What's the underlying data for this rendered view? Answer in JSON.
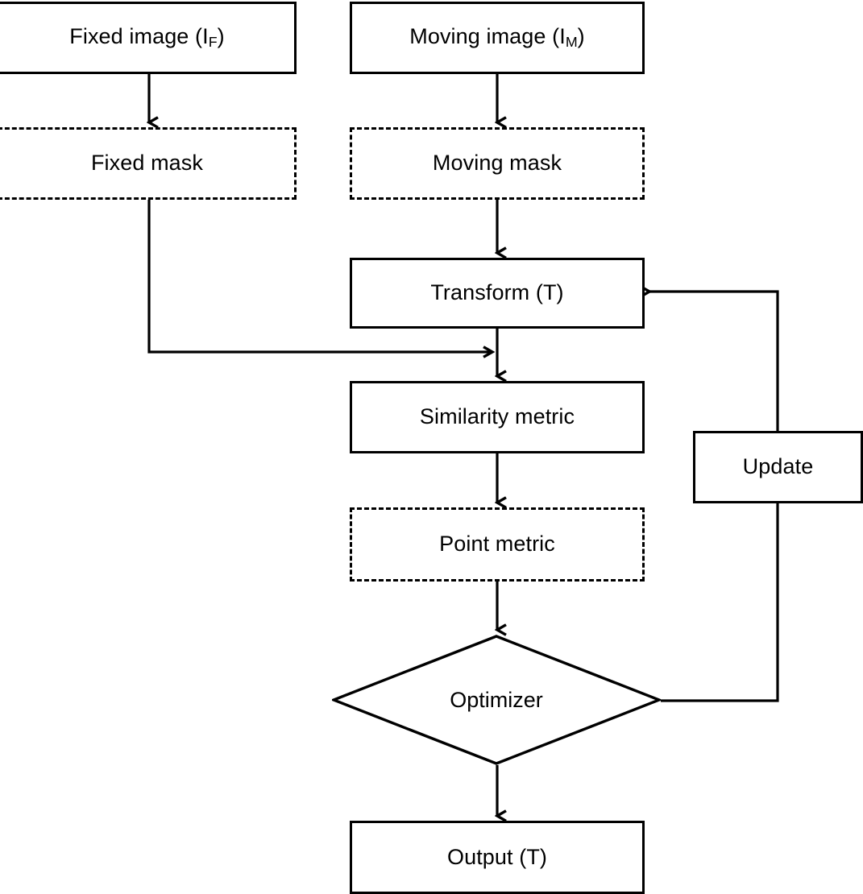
{
  "diagram": {
    "title": "Image registration framework flowchart",
    "background_color": "#ffffff",
    "line_color": "#000000",
    "nodes": {
      "fixed_image": {
        "label_main": "Fixed image (I",
        "label_sub": "F",
        "label_tail": ")",
        "shape": "rectangle",
        "border": "solid"
      },
      "moving_image": {
        "label_main": "Moving image (I",
        "label_sub": "M",
        "label_tail": ")",
        "shape": "rectangle",
        "border": "solid"
      },
      "fixed_mask": {
        "label": "Fixed mask",
        "shape": "rectangle",
        "border": "dashed"
      },
      "moving_mask": {
        "label": "Moving mask",
        "shape": "rectangle",
        "border": "dashed"
      },
      "transform": {
        "label": "Transform (T)",
        "shape": "rectangle",
        "border": "solid"
      },
      "similarity_metric": {
        "label": "Similarity metric",
        "shape": "rectangle",
        "border": "solid"
      },
      "point_metric": {
        "label": "Point metric",
        "shape": "rectangle",
        "border": "dashed"
      },
      "optimizer": {
        "label": "Optimizer",
        "shape": "diamond",
        "border": "solid"
      },
      "update": {
        "label": "Update",
        "shape": "rectangle",
        "border": "solid"
      },
      "output": {
        "label": "Output (T)",
        "shape": "rectangle",
        "border": "solid"
      }
    },
    "edges": [
      {
        "from": "fixed_image",
        "to": "fixed_mask",
        "arrow": true
      },
      {
        "from": "moving_image",
        "to": "moving_mask",
        "arrow": true
      },
      {
        "from": "moving_mask",
        "to": "transform",
        "arrow": true
      },
      {
        "from": "fixed_mask",
        "to": "similarity_metric",
        "arrow": true,
        "routing": "down-right"
      },
      {
        "from": "transform",
        "to": "similarity_metric",
        "arrow": true
      },
      {
        "from": "similarity_metric",
        "to": "point_metric",
        "arrow": true
      },
      {
        "from": "point_metric",
        "to": "optimizer",
        "arrow": true
      },
      {
        "from": "optimizer",
        "to": "output",
        "arrow": true
      },
      {
        "from": "optimizer",
        "to": "transform",
        "arrow": true,
        "routing": "right-up-through-update"
      }
    ]
  }
}
